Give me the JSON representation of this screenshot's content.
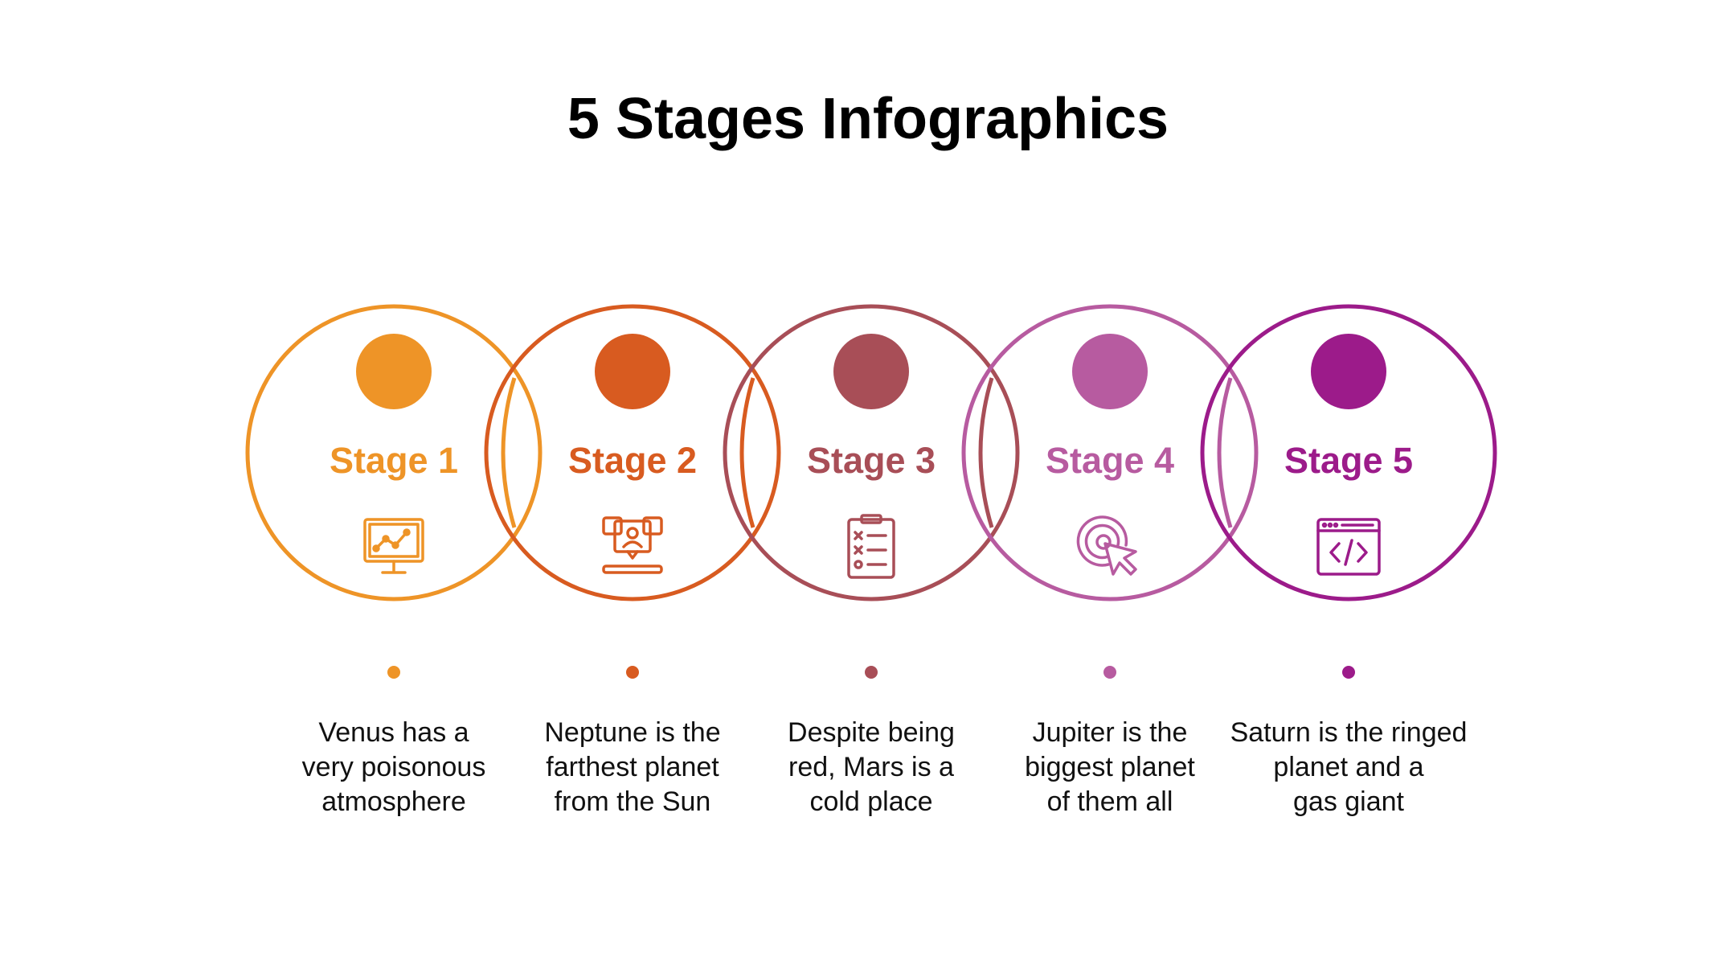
{
  "title": "5 Stages Infographics",
  "stages": [
    {
      "label": "Stage 1",
      "color": "#EE9427",
      "icon": "chart-monitor-icon",
      "desc": [
        "Venus has a",
        "very poisonous",
        "atmosphere"
      ]
    },
    {
      "label": "Stage 2",
      "color": "#D85B20",
      "icon": "video-call-icon",
      "desc": [
        "Neptune is the",
        "farthest planet",
        "from the Sun"
      ]
    },
    {
      "label": "Stage 3",
      "color": "#A84E57",
      "icon": "checklist-icon",
      "desc": [
        "Despite being",
        "red, Mars is a",
        "cold place"
      ]
    },
    {
      "label": "Stage 4",
      "color": "#B75BA0",
      "icon": "target-cursor-icon",
      "desc": [
        "Jupiter is the",
        "biggest planet",
        "of them all"
      ]
    },
    {
      "label": "Stage 5",
      "color": "#9C1B8A",
      "icon": "code-window-icon",
      "desc": [
        "Saturn is the ringed",
        "planet and a",
        "gas giant"
      ]
    }
  ]
}
